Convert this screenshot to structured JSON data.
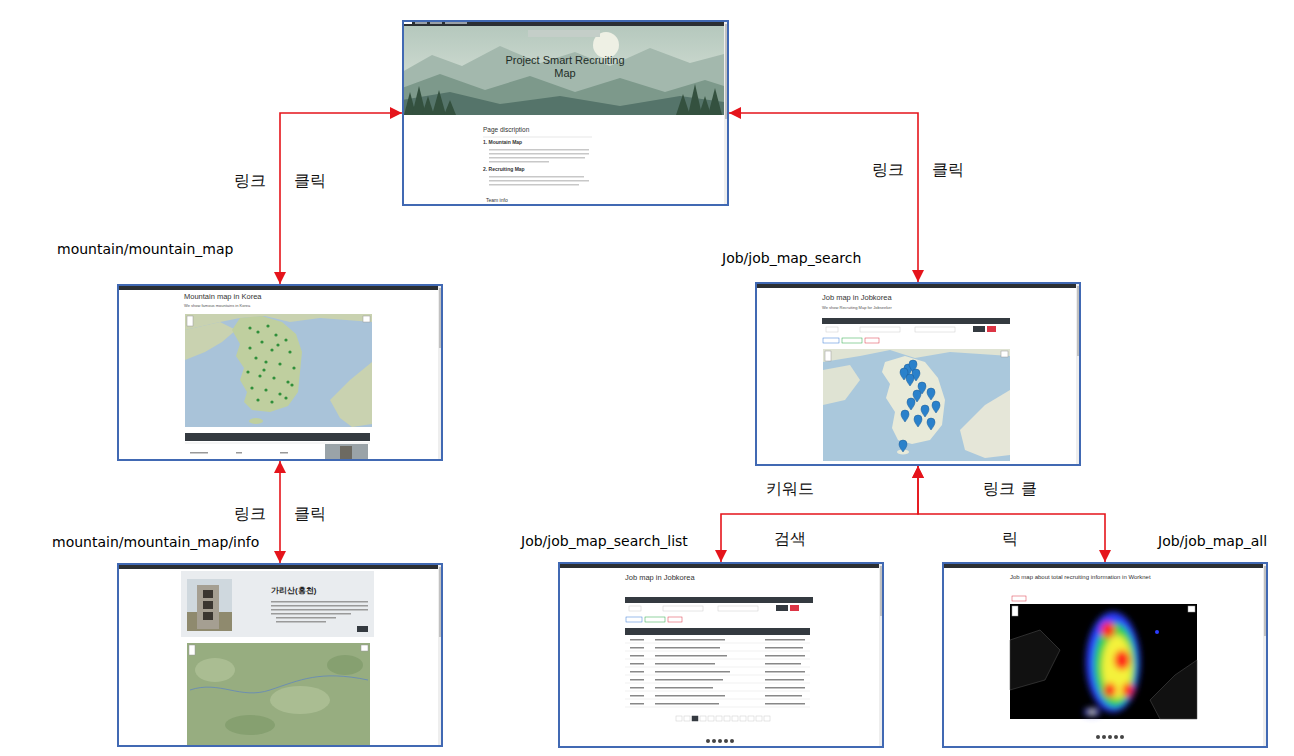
{
  "diagram": {
    "nodes": [
      {
        "text": [
          "Project Smart Recruiting Map",
          "Page discription",
          "1. Mountain Map",
          "2. Recruiting Map",
          "Team info"
        ]
      },
      {
        "text": [
          "mountain/mountain_map",
          "Mountain map in Korea",
          "We show famous mountains in Korea"
        ]
      },
      {
        "text": [
          "mountain/mountain_map/info",
          "가리산(홍천)"
        ]
      },
      {
        "text": [
          "Job/job_map_search",
          "Job map in Jobkorea",
          "We show Recruiting Map for Jobseeker"
        ]
      },
      {
        "text": [
          "Job/job_map_search_list",
          "Job map in Jobkorea"
        ]
      },
      {
        "text": [
          "Job/job_map_all",
          "Job map about total recruiting information in Worknet"
        ]
      }
    ],
    "edges": [
      {
        "from": 0,
        "to": 1,
        "arrow": "both",
        "label": "링크 클릭"
      },
      {
        "from": 0,
        "to": 3,
        "arrow": "both",
        "label": "링크 클릭"
      },
      {
        "from": 1,
        "to": 2,
        "arrow": "both",
        "label": "링크 클릭"
      },
      {
        "from": 3,
        "to": 4,
        "arrow": "both",
        "label": "키워드 검색"
      },
      {
        "from": 3,
        "to": 5,
        "arrow": "both",
        "label": "링크 클릭"
      }
    ]
  }
}
